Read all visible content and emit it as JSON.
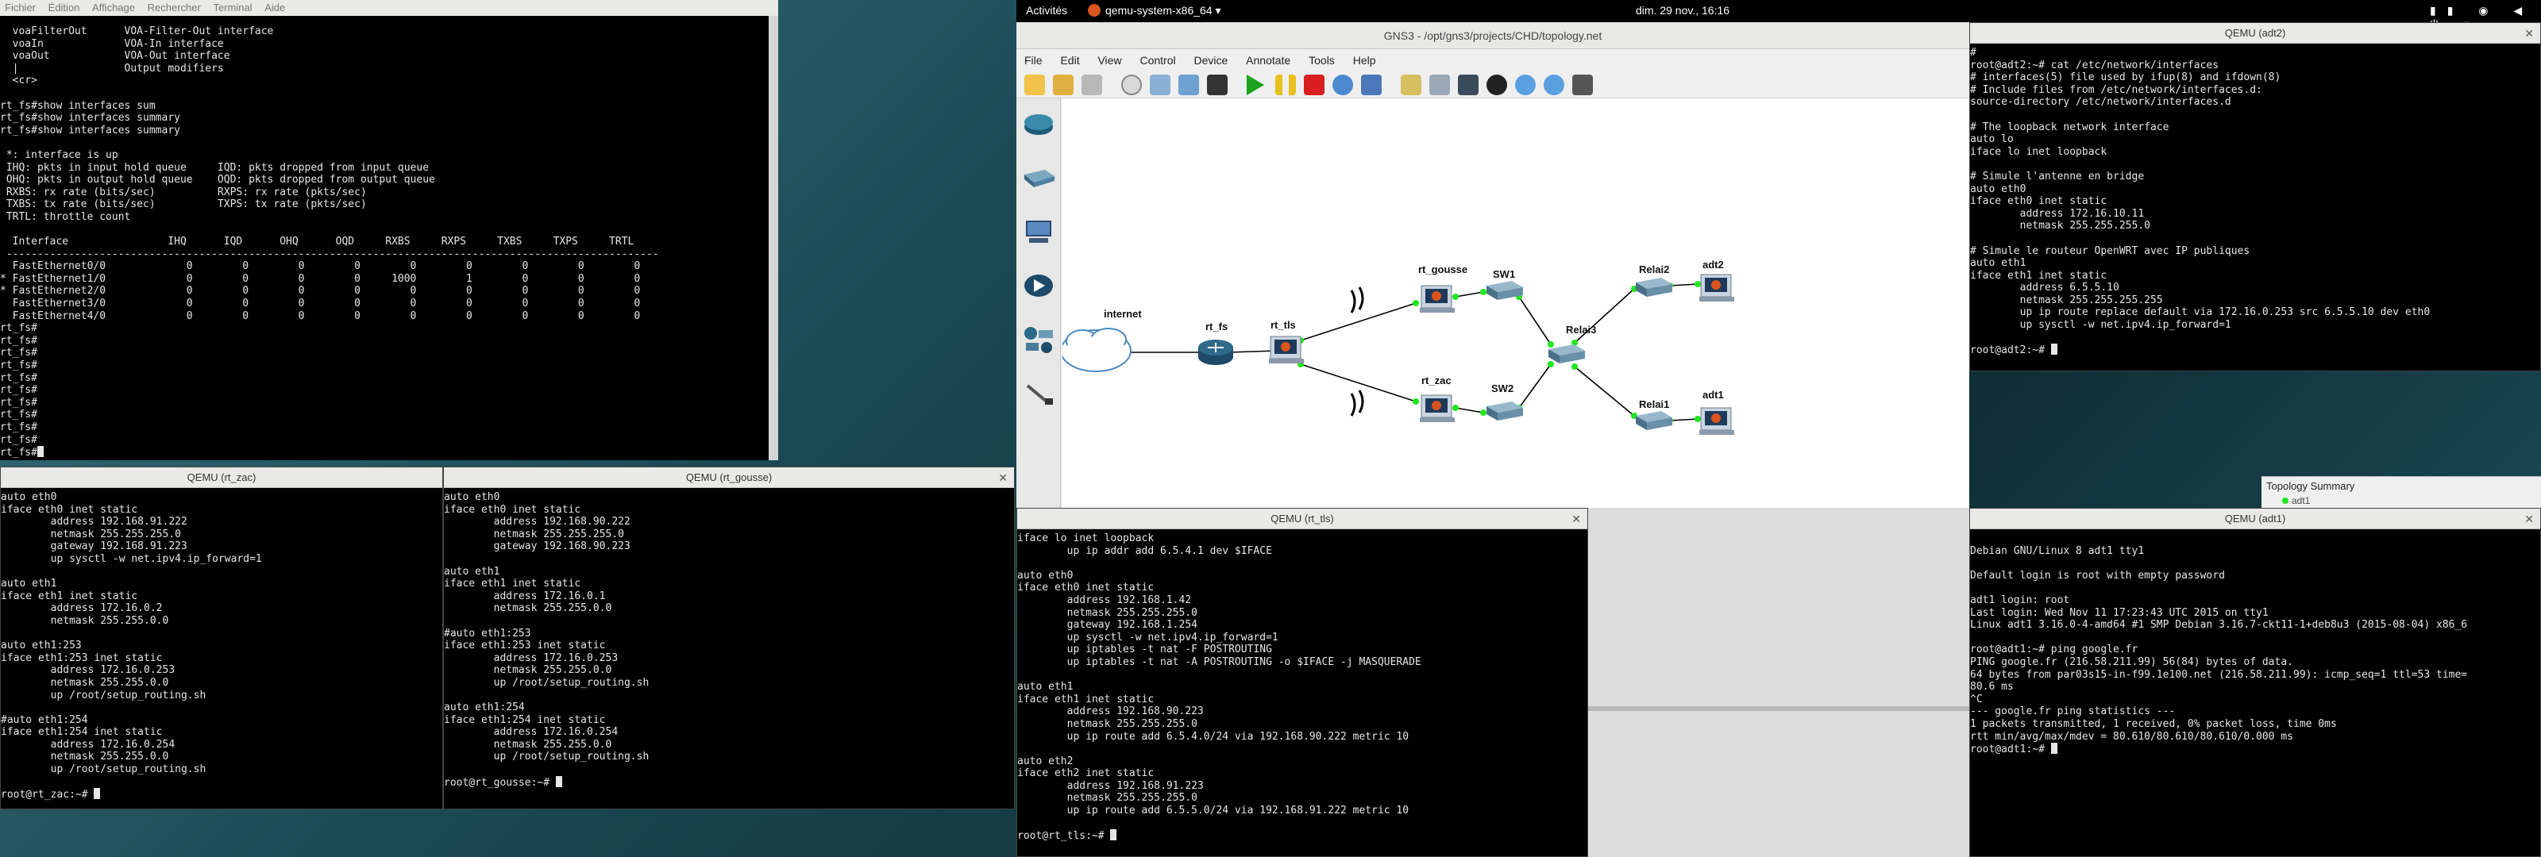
{
  "left_terminal": {
    "menu": [
      "Fichier",
      "Édition",
      "Affichage",
      "Rechercher",
      "Terminal",
      "Aide"
    ],
    "lines": [
      "  voaFilterOut      VOA-Filter-Out interface",
      "  voaIn             VOA-In interface",
      "  voaOut            VOA-Out interface",
      "  |                 Output modifiers",
      "  <cr>",
      "",
      "rt_fs#show interfaces sum",
      "rt_fs#show interfaces summary",
      "rt_fs#show interfaces summary",
      "",
      " *: interface is up",
      " IHQ: pkts in input hold queue     IQD: pkts dropped from input queue",
      " OHQ: pkts in output hold queue    OQD: pkts dropped from output queue",
      " RXBS: rx rate (bits/sec)          RXPS: rx rate (pkts/sec)",
      " TXBS: tx rate (bits/sec)          TXPS: tx rate (pkts/sec)",
      " TRTL: throttle count",
      "",
      "  Interface                IHQ      IQD      OHQ      OQD     RXBS     RXPS     TXBS     TXPS     TRTL",
      " ---------------------------------------------------------------------------------------------------------",
      "  FastEthernet0/0             0        0        0        0        0        0        0        0        0",
      "* FastEthernet1/0             0        0        0        0     1000        1        0        0        0",
      "* FastEthernet2/0             0        0        0        0        0        0        0        0        0",
      "  FastEthernet3/0             0        0        0        0        0        0        0        0        0",
      "  FastEthernet4/0             0        0        0        0        0        0        0        0        0",
      "rt_fs#",
      "rt_fs#",
      "rt_fs#",
      "rt_fs#",
      "rt_fs#",
      "rt_fs#",
      "rt_fs#",
      "rt_fs#",
      "rt_fs#",
      "rt_fs#",
      "rt_fs#"
    ],
    "prompt": "rt_fs#"
  },
  "top_panel": {
    "activities": "Activités",
    "app": "qemu-system-x86_64",
    "datetime": "dim. 29 nov., 16:16"
  },
  "gns3": {
    "title": "GNS3 - /opt/gns3/projects/CHD/topology.net",
    "menu": [
      "File",
      "Edit",
      "View",
      "Control",
      "Device",
      "Annotate",
      "Tools",
      "Help"
    ],
    "nodes": {
      "internet": "internet",
      "rt_fs": "rt_fs",
      "rt_tls": "rt_tls",
      "rt_gousse": "rt_gousse",
      "rt_zac": "rt_zac",
      "sw1": "SW1",
      "sw2": "SW2",
      "relai3": "Relai3",
      "relai2": "Relai2",
      "relai1": "Relai1",
      "adt2": "adt2",
      "adt1": "adt1"
    },
    "topology_summary": {
      "title": "Topology Summary",
      "item": "adt1"
    }
  },
  "qemu_adt2": {
    "title": "QEMU (adt2)",
    "lines": [
      "#",
      "root@adt2:~# cat /etc/network/interfaces",
      "# interfaces(5) file used by ifup(8) and ifdown(8)",
      "# Include files from /etc/network/interfaces.d:",
      "source-directory /etc/network/interfaces.d",
      "",
      "# The loopback network interface",
      "auto lo",
      "iface lo inet loopback",
      "",
      "# Simule l'antenne en bridge",
      "auto eth0",
      "iface eth0 inet static",
      "        address 172.16.10.11",
      "        netmask 255.255.255.0",
      "",
      "# Simule le routeur OpenWRT avec IP publiques",
      "auto eth1",
      "iface eth1 inet static",
      "        address 6.5.5.10",
      "        netmask 255.255.255.255",
      "        up ip route replace default via 172.16.0.253 src 6.5.5.10 dev eth0",
      "        up sysctl -w net.ipv4.ip_forward=1",
      "",
      "root@adt2:~# "
    ]
  },
  "qemu_rt_zac": {
    "title": "QEMU (rt_zac)",
    "lines": [
      "auto eth0",
      "iface eth0 inet static",
      "        address 192.168.91.222",
      "        netmask 255.255.255.0",
      "        gateway 192.168.91.223",
      "        up sysctl -w net.ipv4.ip_forward=1",
      "",
      "auto eth1",
      "iface eth1 inet static",
      "        address 172.16.0.2",
      "        netmask 255.255.0.0",
      "",
      "auto eth1:253",
      "iface eth1:253 inet static",
      "        address 172.16.0.253",
      "        netmask 255.255.0.0",
      "        up /root/setup_routing.sh",
      "",
      "#auto eth1:254",
      "iface eth1:254 inet static",
      "        address 172.16.0.254",
      "        netmask 255.255.0.0",
      "        up /root/setup_routing.sh",
      "",
      "root@rt_zac:~# "
    ]
  },
  "qemu_rt_gousse": {
    "title": "QEMU (rt_gousse)",
    "lines": [
      "auto eth0",
      "iface eth0 inet static",
      "        address 192.168.90.222",
      "        netmask 255.255.255.0",
      "        gateway 192.168.90.223",
      "",
      "auto eth1",
      "iface eth1 inet static",
      "        address 172.16.0.1",
      "        netmask 255.255.0.0",
      "",
      "#auto eth1:253",
      "iface eth1:253 inet static",
      "        address 172.16.0.253",
      "        netmask 255.255.0.0",
      "        up /root/setup_routing.sh",
      "",
      "auto eth1:254",
      "iface eth1:254 inet static",
      "        address 172.16.0.254",
      "        netmask 255.255.0.0",
      "        up /root/setup_routing.sh",
      "",
      "root@rt_gousse:~# "
    ]
  },
  "qemu_rt_tls": {
    "title": "QEMU (rt_tls)",
    "lines": [
      "iface lo inet loopback",
      "        up ip addr add 6.5.4.1 dev $IFACE",
      "",
      "auto eth0",
      "iface eth0 inet static",
      "        address 192.168.1.42",
      "        netmask 255.255.255.0",
      "        gateway 192.168.1.254",
      "        up sysctl -w net.ipv4.ip_forward=1",
      "        up iptables -t nat -F POSTROUTING",
      "        up iptables -t nat -A POSTROUTING -o $IFACE -j MASQUERADE",
      "",
      "auto eth1",
      "iface eth1 inet static",
      "        address 192.168.90.223",
      "        netmask 255.255.255.0",
      "        up ip route add 6.5.4.0/24 via 192.168.90.222 metric 10",
      "",
      "auto eth2",
      "iface eth2 inet static",
      "        address 192.168.91.223",
      "        netmask 255.255.255.0",
      "        up ip route add 6.5.5.0/24 via 192.168.91.222 metric 10",
      "",
      "root@rt_tls:~# "
    ]
  },
  "qemu_adt1": {
    "title": "QEMU (adt1)",
    "lines": [
      "",
      "Debian GNU/Linux 8 adt1 tty1",
      "",
      "Default login is root with empty password",
      "",
      "adt1 login: root",
      "Last login: Wed Nov 11 17:23:43 UTC 2015 on tty1",
      "Linux adt1 3.16.0-4-amd64 #1 SMP Debian 3.16.7-ckt11-1+deb8u3 (2015-08-04) x86_6",
      "",
      "root@adt1:~# ping google.fr",
      "PING google.fr (216.58.211.99) 56(84) bytes of data.",
      "64 bytes from par03s15-in-f99.1e100.net (216.58.211.99): icmp_seq=1 ttl=53 time=",
      "80.6 ms",
      "^C",
      "--- google.fr ping statistics ---",
      "1 packets transmitted, 1 received, 0% packet loss, time 0ms",
      "rtt min/avg/max/mdev = 80.610/80.610/80.610/0.000 ms",
      "root@adt1:~# "
    ]
  }
}
